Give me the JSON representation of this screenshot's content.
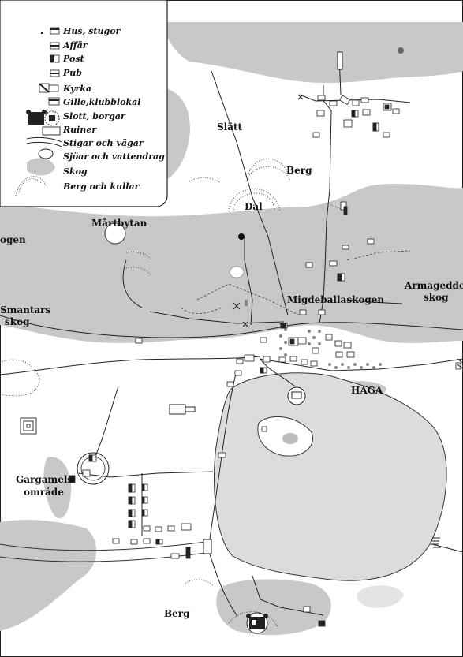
{
  "legend": {
    "items": [
      {
        "key": "houses",
        "label": "Hus, stugor"
      },
      {
        "key": "shop",
        "label": "Affär"
      },
      {
        "key": "post",
        "label": "Post"
      },
      {
        "key": "pub",
        "label": "Pub"
      },
      {
        "key": "church",
        "label": "Kyrka"
      },
      {
        "key": "guild",
        "label": "Gille,klubblokal"
      },
      {
        "key": "castle",
        "label": "Slott, borgar"
      },
      {
        "key": "ruins",
        "label": "Ruiner"
      },
      {
        "key": "paths",
        "label": "Stigar och vägar"
      },
      {
        "key": "lakes",
        "label": "Sjöar och vattendrag"
      },
      {
        "key": "forest",
        "label": "Skog"
      },
      {
        "key": "hills",
        "label": "Berg och kullar"
      }
    ]
  },
  "places": {
    "slatt": "Slätt",
    "berg_north": "Berg",
    "dal": "Dal",
    "martbytan": "Mårtbytan",
    "ogen": "ogen",
    "armageddon": "Armageddom",
    "armageddon2": "skog",
    "migdeballaskogen": "Migdeballaskogen",
    "smantars1": "Smantars",
    "smantars2": "skog",
    "haga": "HAGA",
    "gargamels1": "Gargamels",
    "gargamels2": "område",
    "berg_south": "Berg"
  },
  "colors": {
    "forest": "#c8c8c8",
    "lake": "#dcdcdc",
    "road": "#222222",
    "building_fill": "#ffffff",
    "building_dark": "#222222"
  }
}
